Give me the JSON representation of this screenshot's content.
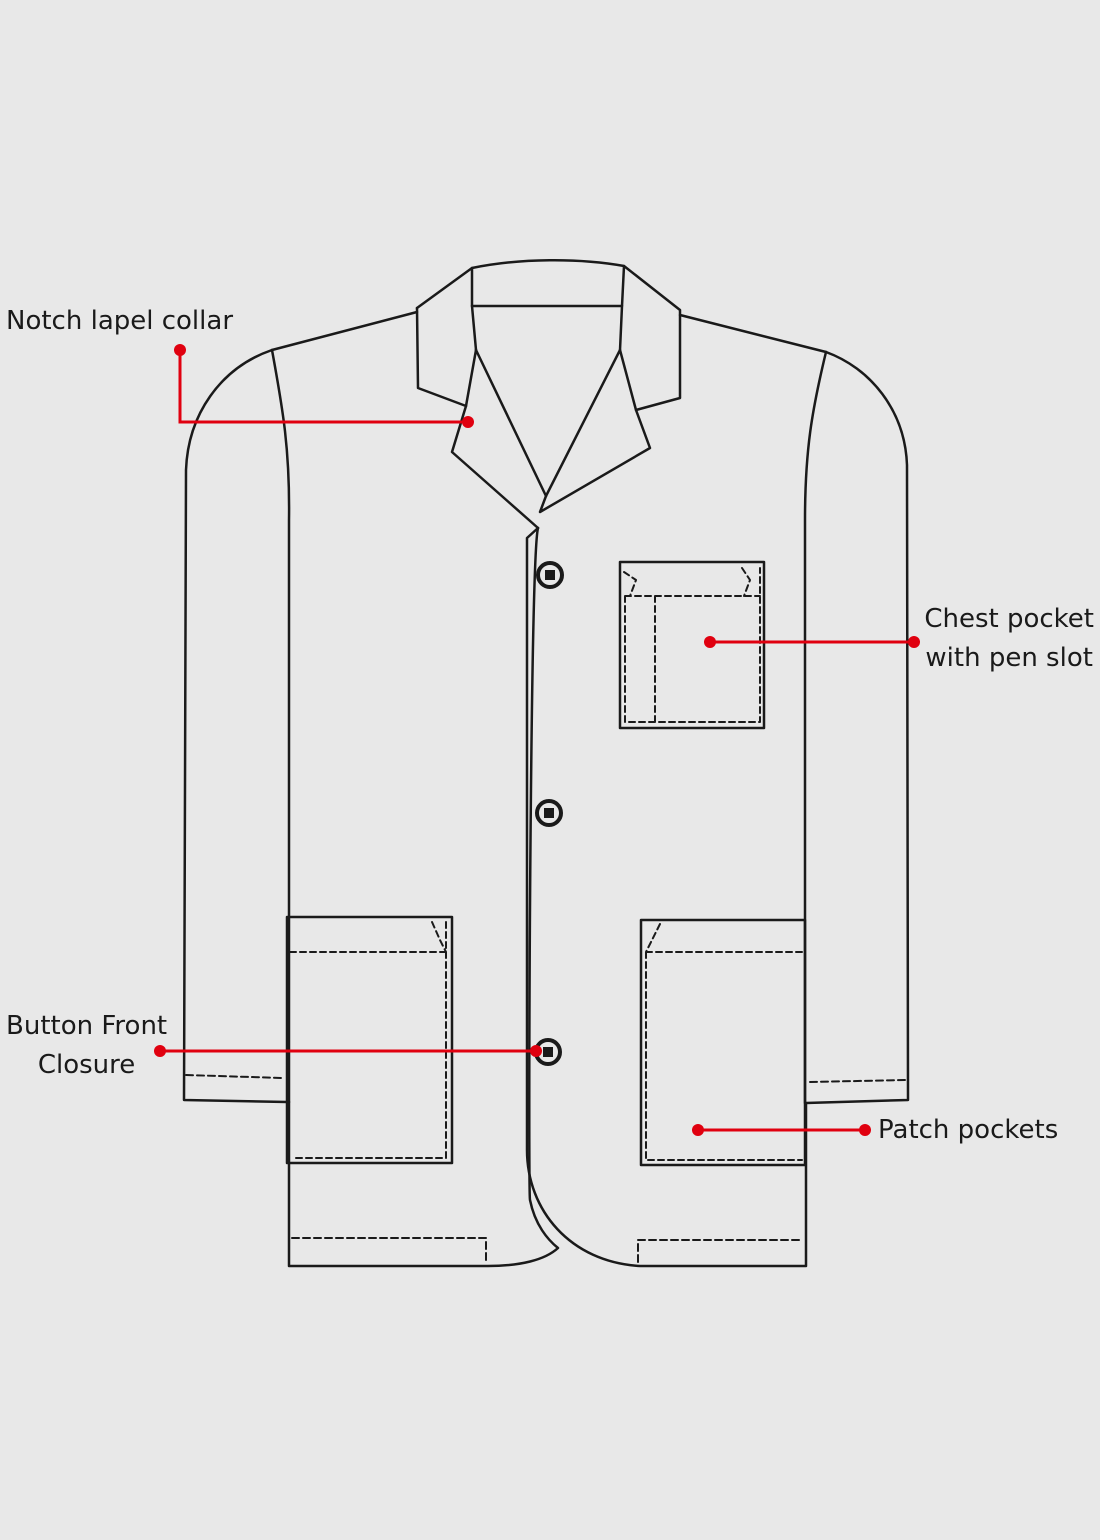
{
  "labels": {
    "collar": "Notch lapel collar",
    "chest_line1": "Chest pocket",
    "chest_line2": "with pen slot",
    "button_line1": "Button Front",
    "button_line2": "Closure",
    "patch": "Patch pockets"
  },
  "colors": {
    "background": "#e8e8e8",
    "outline": "#1a1a1a",
    "callout": "#e0000f",
    "garment": "#e8e8e8"
  }
}
